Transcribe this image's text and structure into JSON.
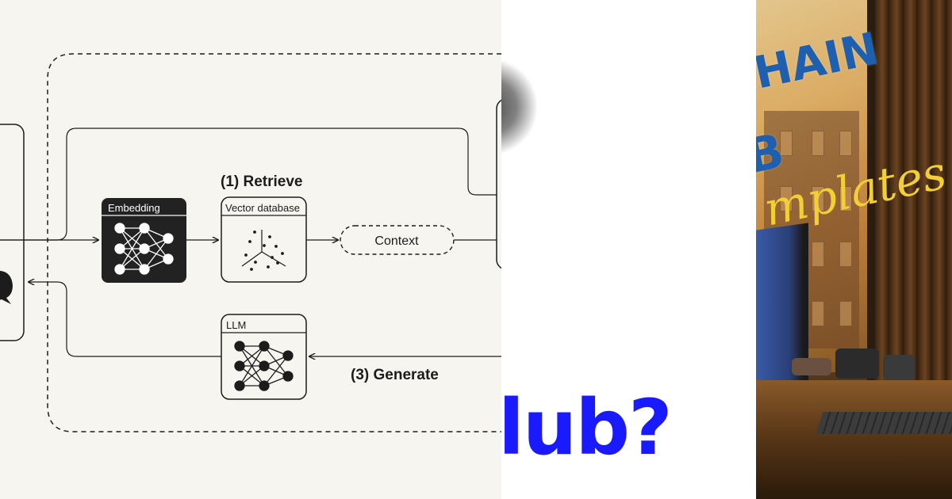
{
  "diagram": {
    "steps": {
      "retrieve": "(1) Retrieve",
      "generate": "(3) Generate"
    },
    "boxes": {
      "embedding": "Embedding",
      "vector_db": "Vector database",
      "llm": "LLM",
      "context": "Context"
    },
    "colors": {
      "background": "#f7f5ef",
      "stroke": "#1c1c1c",
      "embedding_fill": "#222222"
    },
    "icons": [
      "neural-network-icon",
      "scatter-3d-icon",
      "chat-bubble-icon"
    ]
  },
  "middle": {
    "visible_text": "lub?",
    "colors": {
      "text": "#1a1aff"
    }
  },
  "photo": {
    "overlay_lines": [
      "HAIN",
      "B"
    ],
    "script_text": "mplates",
    "colors": {
      "blue_text": "#1e5fb0",
      "script_text": "#f2cf36"
    }
  }
}
